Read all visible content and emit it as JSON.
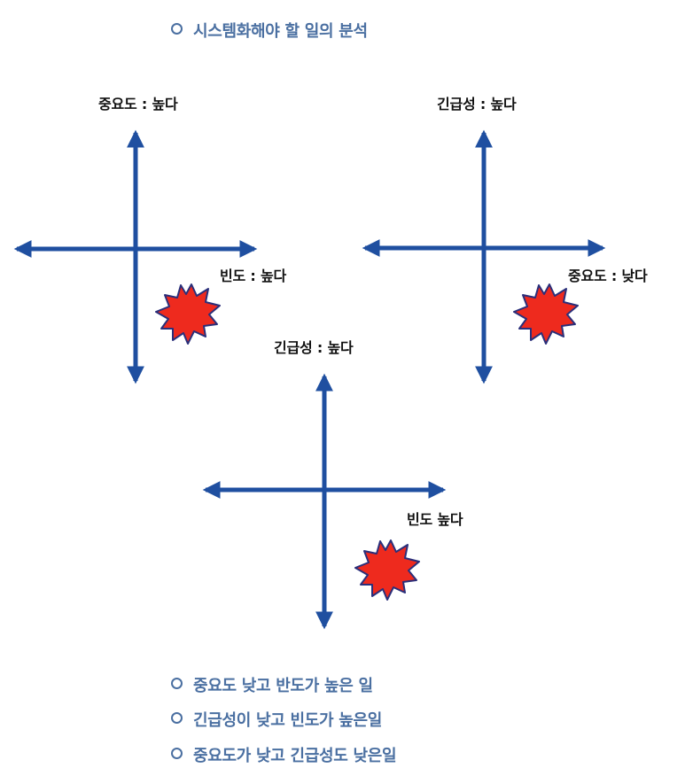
{
  "heading": {
    "marker": "○",
    "text": "시스템화해야 할 일의 분석"
  },
  "diagrams": [
    {
      "name": "importance-frequency",
      "vertical_label": "중요도 : 높다",
      "horizontal_label": "빈도 : 높다"
    },
    {
      "name": "urgency-importance",
      "vertical_label": "긴급성 : 높다",
      "horizontal_label": "중요도 : 낮다"
    },
    {
      "name": "urgency-frequency",
      "vertical_label": "긴급성 : 높다",
      "horizontal_label": "빈도 높다"
    }
  ],
  "bullets": [
    "중요도 낮고 반도가 높은 일",
    "긴급성이 낮고 빈도가 높은일",
    "중요도가 낮고 긴급성도 낮은일"
  ],
  "colors": {
    "axis": "#1f4fa0",
    "burst_fill": "#ee2a1e",
    "burst_stroke": "#2a2f7a",
    "heading": "#4a6fa1"
  }
}
